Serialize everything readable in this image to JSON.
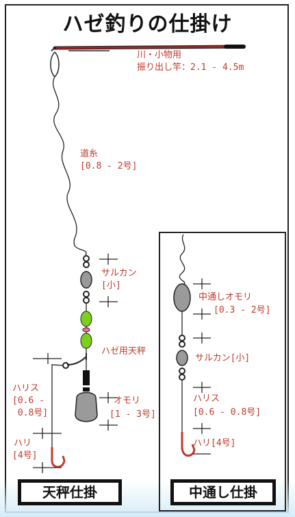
{
  "title": "ハゼ釣りの仕掛け",
  "rod": {
    "label_line1": "川・小物用",
    "label_line2": "振り出し竿：2.1 - 4.5m"
  },
  "main_line": {
    "label_line1": "道糸",
    "label_line2": "[0.8 - 2号]"
  },
  "left_rig": {
    "swivel_line1": "サルカン",
    "swivel_line2": "[小]",
    "tenbin": "ハゼ用天秤",
    "sinker_line1": "オモリ",
    "sinker_line2": "[1 - 3号]",
    "leader_line1": "ハリス",
    "leader_line2": "[0.6 -",
    "leader_line3": " 0.8号]",
    "hook_line1": "ハリ",
    "hook_line2": "[4号]",
    "caption": "天秤仕掛"
  },
  "right_rig": {
    "sinker_line1": "中通しオモリ",
    "sinker_line2": "[0.3 - 2号]",
    "swivel": "サルカン[小]",
    "leader_line1": "ハリス",
    "leader_line2": "[0.6 - 0.8号]",
    "hook": "ハリ[4号]",
    "caption": "中通し仕掛"
  },
  "colors": {
    "label": "#c0392b",
    "rod": "#b22222",
    "float_green": "#7ccf1c",
    "bead_pink": "#f06eaa",
    "sinker_gray": "#9a9a9a"
  }
}
